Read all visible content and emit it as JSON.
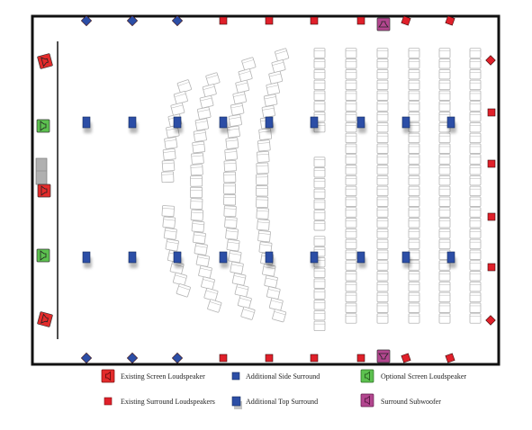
{
  "colors": {
    "wall": "#111111",
    "screen_line": "#222222",
    "seat_stroke": "#b4b4b4",
    "existing_screen": "#e32b2b",
    "existing_surround": "#e0202a",
    "additional_side": "#2c4ea6",
    "additional_top": "#2c4ea6",
    "optional_screen": "#5cc14f",
    "subwoofer": "#b3468f",
    "screen_frame": "#a8a8a8"
  },
  "icons": {
    "existing_screen": "speaker-cone-icon",
    "existing_surround": "square-speaker-icon",
    "additional_side": "square-speaker-icon",
    "additional_top": "square-speaker-icon",
    "optional_screen": "speaker-cone-icon",
    "subwoofer": "subwoofer-icon"
  },
  "legend": {
    "existing_screen": "Existing Screen Loudspeaker",
    "additional_side": "Additional Side Surround",
    "optional_screen": "Optional Screen Loudspeaker",
    "existing_surround": "Existing Surround Loudspeakers",
    "additional_top": "Additional Top Surround",
    "subwoofer": "Surround Subwoofer"
  }
}
